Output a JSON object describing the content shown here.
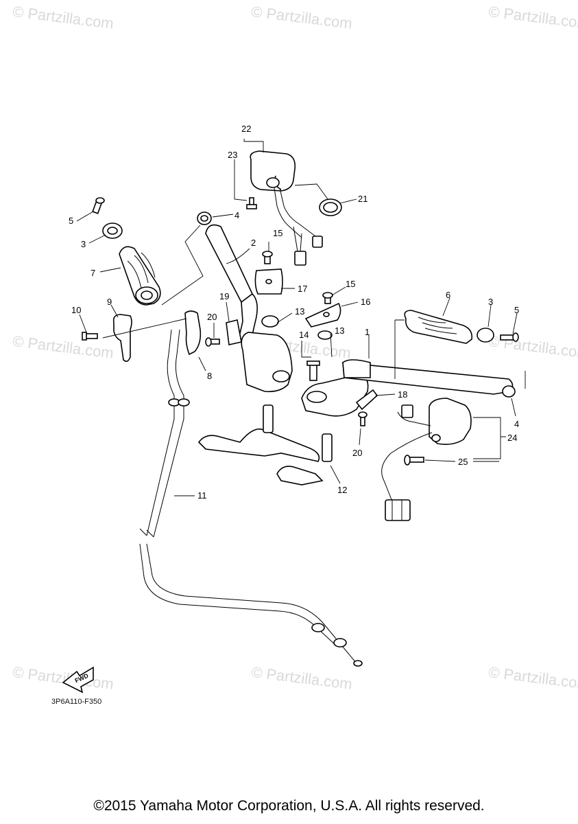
{
  "watermarks": {
    "top_left": "© Partzilla.com",
    "top_center": "© Partzilla.com",
    "top_right": "© Partzilla.com",
    "mid_left": "© Partzilla.com",
    "center": "© Partzilla.com",
    "mid_right": "© Partzilla.com",
    "bottom_left": "© Partzilla.com",
    "bottom_center": "© Partzilla.com",
    "bottom_right": "© Partzilla.com"
  },
  "callouts": {
    "c1": "1",
    "c2": "2",
    "c3a": "3",
    "c3b": "3",
    "c4a": "4",
    "c4b": "4",
    "c5a": "5",
    "c5b": "5",
    "c6": "6",
    "c7": "7",
    "c8": "8",
    "c9": "9",
    "c10": "10",
    "c11": "11",
    "c12": "12",
    "c13a": "13",
    "c13b": "13",
    "c14": "14",
    "c15a": "15",
    "c15b": "15",
    "c16": "16",
    "c17": "17",
    "c18": "18",
    "c19": "19",
    "c20a": "20",
    "c20b": "20",
    "c21": "21",
    "c22": "22",
    "c23": "23",
    "c24": "24",
    "c25": "25"
  },
  "fwd_label": "FWD",
  "diagram_code": "3P6A110-F350",
  "copyright": "©2015 Yamaha Motor Corporation, U.S.A. All rights reserved."
}
